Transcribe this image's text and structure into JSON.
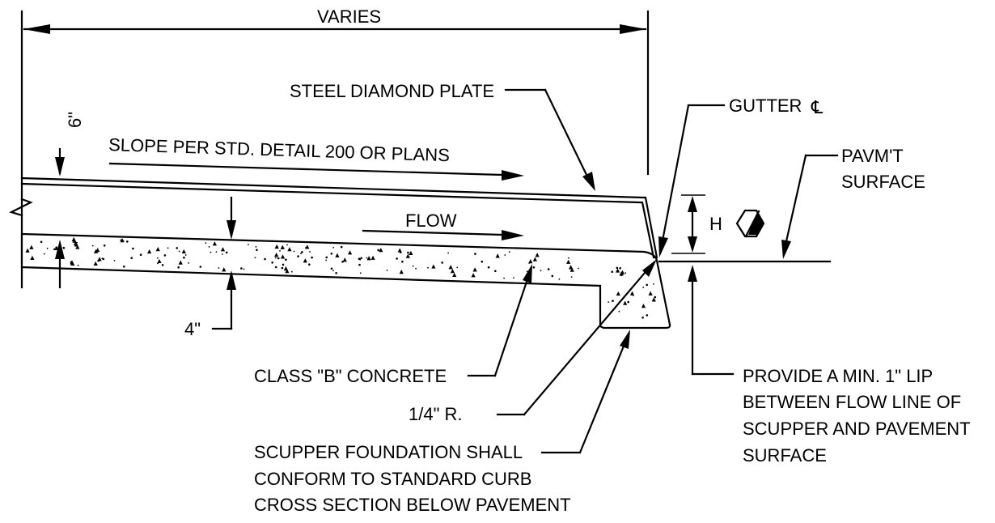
{
  "labels": {
    "varies": "VARIES",
    "six_inch": "6\"",
    "steel_plate": "STEEL DIAMOND PLATE",
    "gutter": "GUTTER",
    "cl_symbol": "℄",
    "slope": "SLOPE PER STD. DETAIL 200 OR PLANS",
    "pavmt_line1": "PAVM'T",
    "pavmt_line2": "SURFACE",
    "flow": "FLOW",
    "h": "H",
    "four_inch": "4\"",
    "class_b": "CLASS \"B\" CONCRETE",
    "radius": "1/4\" R.",
    "lip_line1": "PROVIDE A MIN. 1\" LIP",
    "lip_line2": "BETWEEN FLOW LINE OF",
    "lip_line3": "SCUPPER AND PAVEMENT",
    "lip_line4": "SURFACE",
    "found_line1": "SCUPPER FOUNDATION SHALL",
    "found_line2": "CONFORM TO STANDARD CURB",
    "found_line3": "CROSS SECTION BELOW PAVEMENT"
  },
  "colors": {
    "ink": "#000000",
    "paper": "#ffffff"
  },
  "icons": {
    "revision_marker": "hexagon-half-filled-icon"
  }
}
